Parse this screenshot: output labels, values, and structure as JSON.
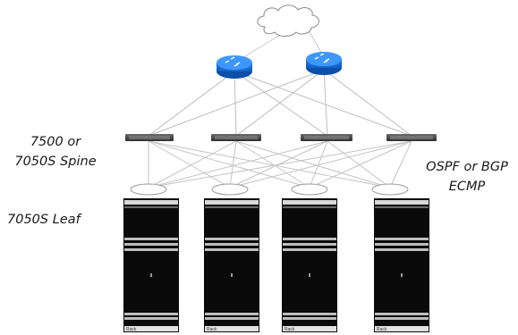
{
  "labels": {
    "spine_line1": "7500 or",
    "spine_line2": "7050S Spine",
    "leaf": "7050S Leaf",
    "routing_line1": "OSPF or BGP",
    "routing_line2": "ECMP"
  },
  "rack_label": "Rack",
  "colors": {
    "router": "#1a73d6",
    "link": "#bdbdbd",
    "rack": "#0a0a0a",
    "switch": "#4a4a4a"
  },
  "icons": {
    "cloud": "cloud-icon",
    "router": "router-icon",
    "spine_switch": "switch-icon",
    "leaf_switch": "leaf-switch-icon",
    "rack": "rack-icon"
  }
}
